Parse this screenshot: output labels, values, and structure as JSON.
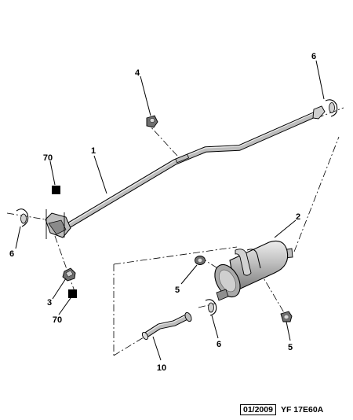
{
  "callouts": {
    "c1": "1",
    "c2": "2",
    "c3": "3",
    "c4": "4",
    "c5a": "5",
    "c5b": "5",
    "c6a": "6",
    "c6b": "6",
    "c6c": "6",
    "c10": "10",
    "c70a": "70",
    "c70b": "70"
  },
  "footer": {
    "date": "01/2009",
    "reference": "YF 17E60A"
  },
  "colors": {
    "line": "#000000",
    "part_fill": "#b9b9b9",
    "part_light": "#dcdcdc",
    "part_dark": "#6f6f6f",
    "background": "#ffffff"
  }
}
